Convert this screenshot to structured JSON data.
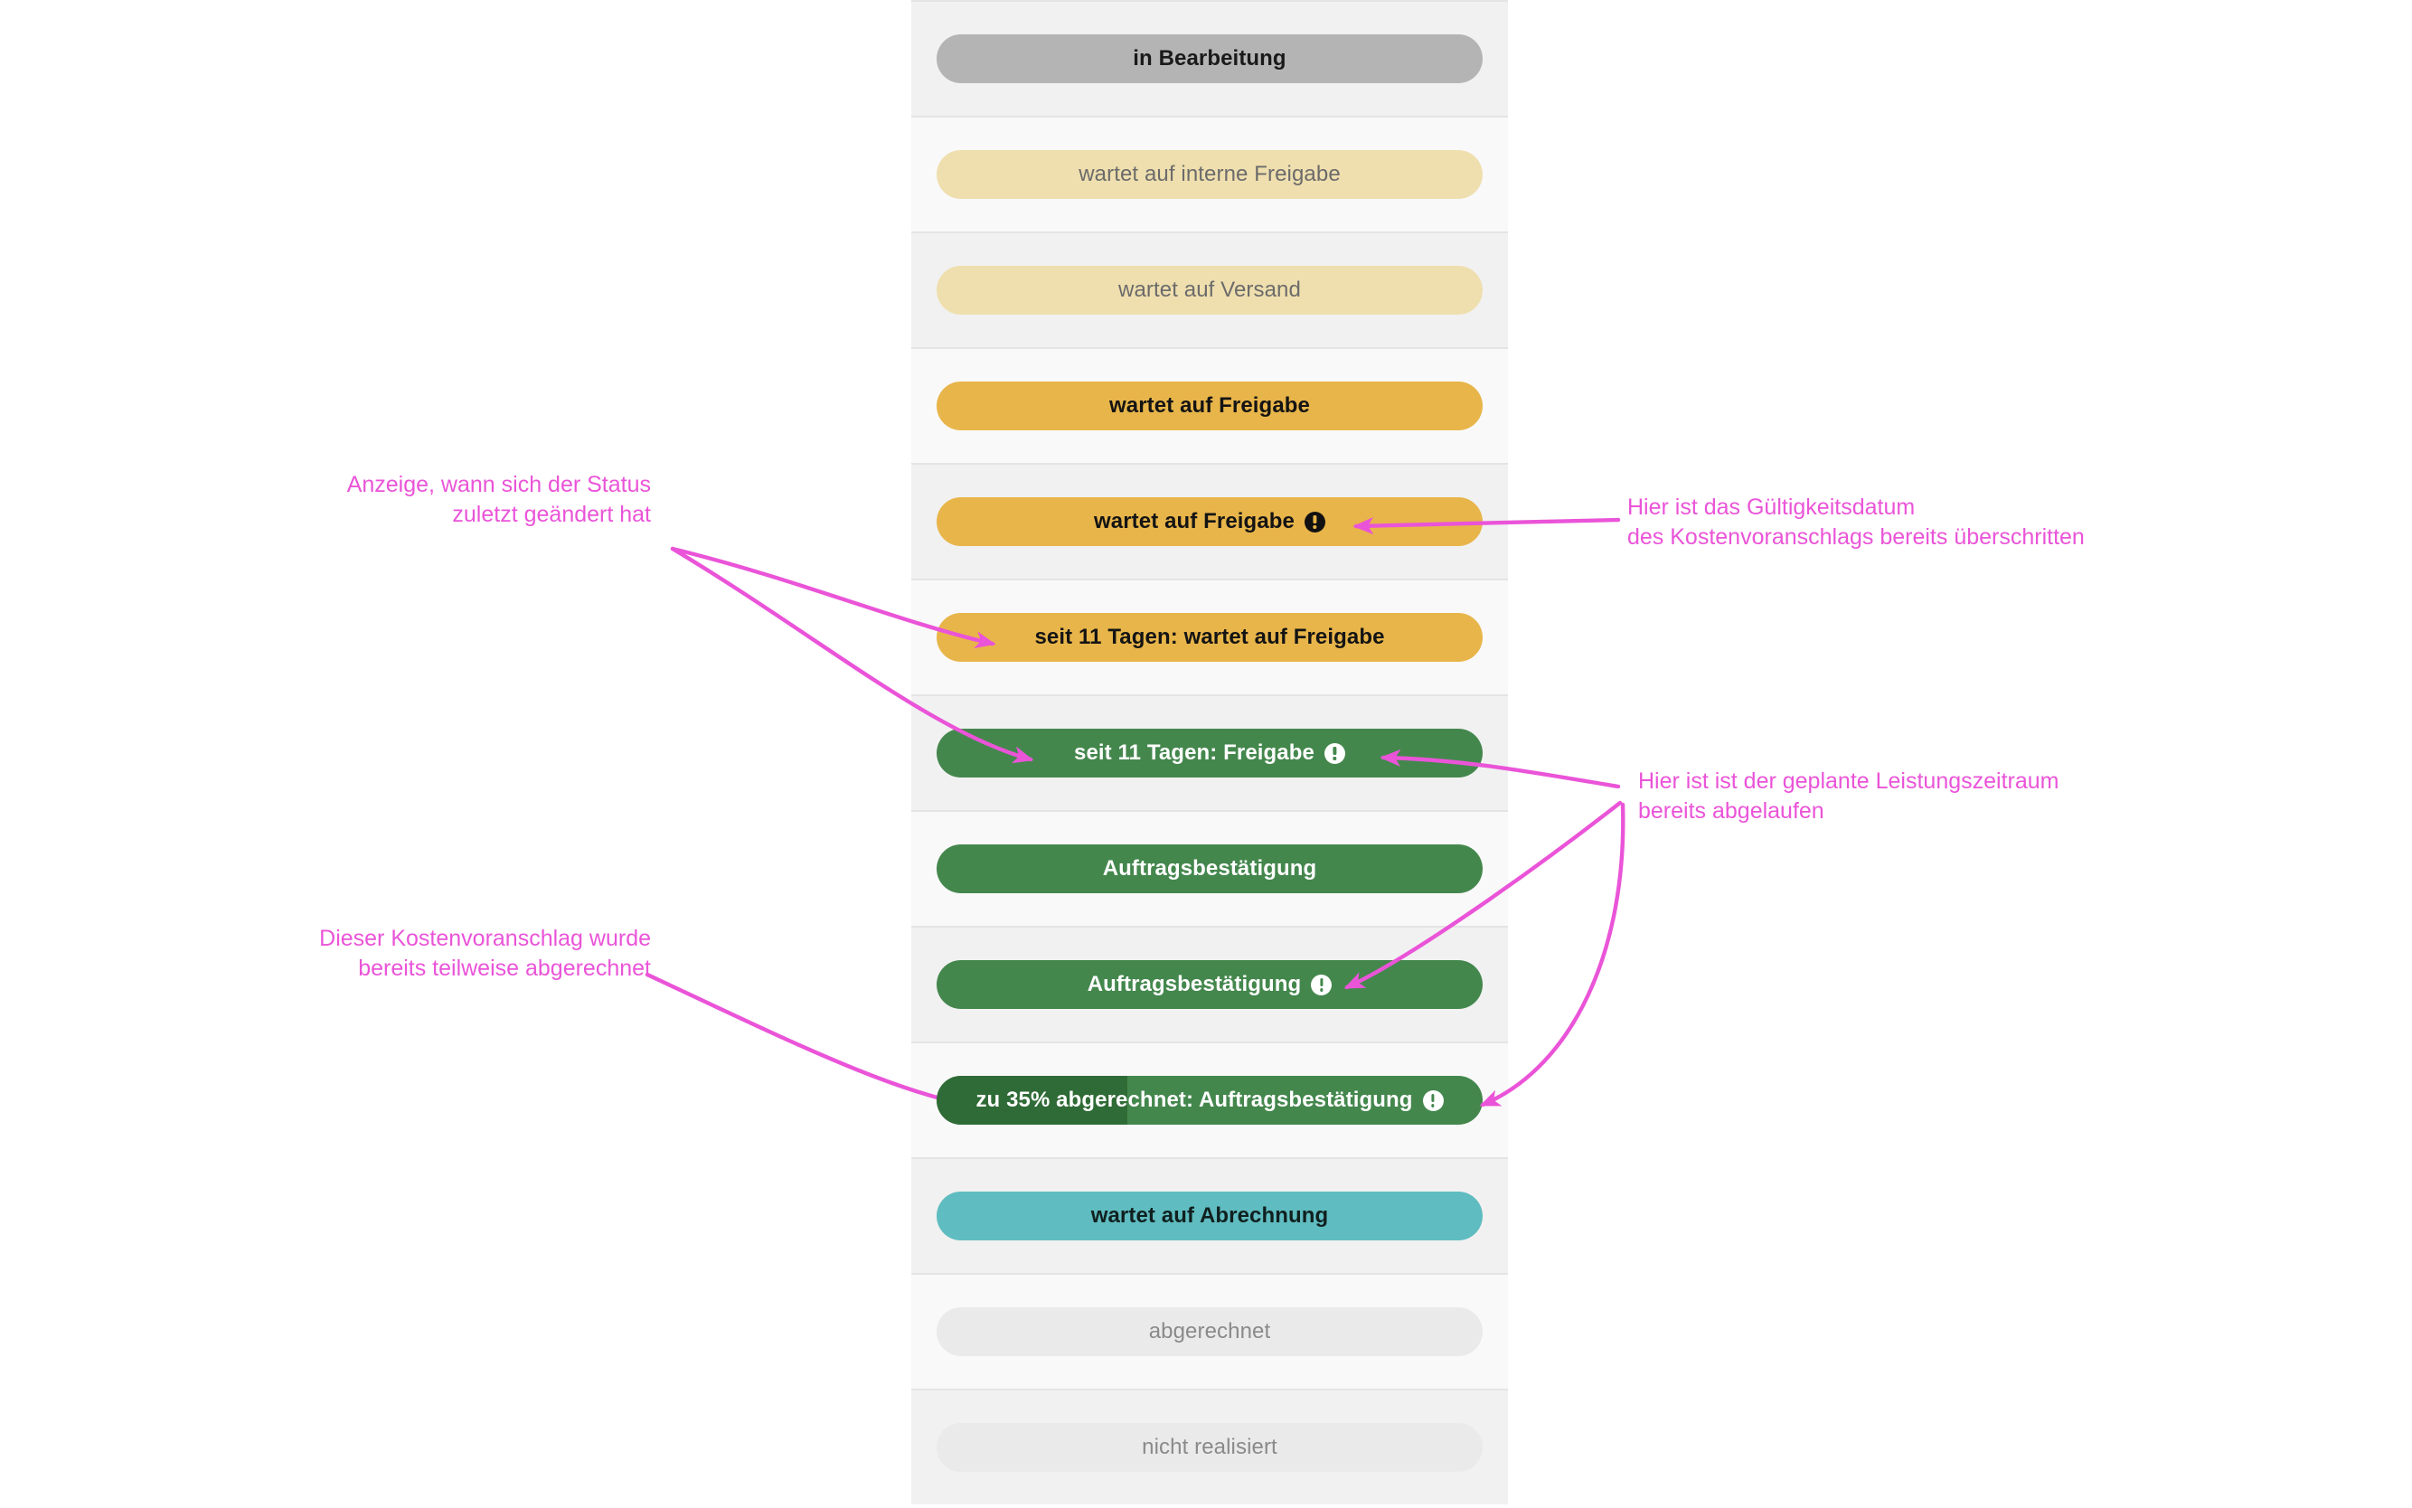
{
  "colors": {
    "annotation": "#ea54d8",
    "grey_pill": "#b4b4b4",
    "cream_pill": "#efdfae",
    "orange_pill": "#e8b54a",
    "green_pill": "#44874d",
    "green_progress": "#2f6b36",
    "teal_pill": "#5fbcc0",
    "ghost_pill": "#eaeaea",
    "row_odd": "#f1f1f1",
    "row_even": "#f9f9f9"
  },
  "status_list": {
    "rows": [
      {
        "label": "in Bearbeitung",
        "variant": "grey",
        "icon": null,
        "progress": null
      },
      {
        "label": "wartet auf interne Freigabe",
        "variant": "cream",
        "icon": null,
        "progress": null
      },
      {
        "label": "wartet auf Versand",
        "variant": "cream",
        "icon": null,
        "progress": null
      },
      {
        "label": "wartet auf Freigabe",
        "variant": "orange",
        "icon": null,
        "progress": null
      },
      {
        "label": "wartet auf Freigabe",
        "variant": "orange",
        "icon": "warning-dark",
        "progress": null
      },
      {
        "label": "seit 11 Tagen: wartet auf Freigabe",
        "variant": "orange",
        "icon": null,
        "progress": null
      },
      {
        "label": "seit 11 Tagen: Freigabe",
        "variant": "green",
        "icon": "warning-light",
        "progress": null
      },
      {
        "label": "Auftragsbestätigung",
        "variant": "green",
        "icon": null,
        "progress": null
      },
      {
        "label": "Auftragsbestätigung",
        "variant": "green",
        "icon": "warning-light",
        "progress": null
      },
      {
        "label": "zu 35% abgerechnet: Auftragsbestätigung",
        "variant": "green",
        "icon": "warning-light",
        "progress": 35
      },
      {
        "label": "wartet auf Abrechnung",
        "variant": "teal",
        "icon": null,
        "progress": null
      },
      {
        "label": "abgerechnet",
        "variant": "ghost",
        "icon": null,
        "progress": null
      },
      {
        "label": "nicht realisiert",
        "variant": "ghost",
        "icon": null,
        "progress": null
      }
    ]
  },
  "annotations": {
    "status_changed": "Anzeige, wann sich der Status\nzuletzt geändert hat",
    "partially_billed": "Dieser Kostenvoranschlag wurde\nbereits teilweise abgerechnet",
    "validity_exceeded": "Hier ist das Gültigkeitsdatum\ndes Kostenvoranschlags bereits überschritten",
    "service_period": "Hier ist ist der geplante Leistungszeitraum\nbereits abgelaufen"
  }
}
